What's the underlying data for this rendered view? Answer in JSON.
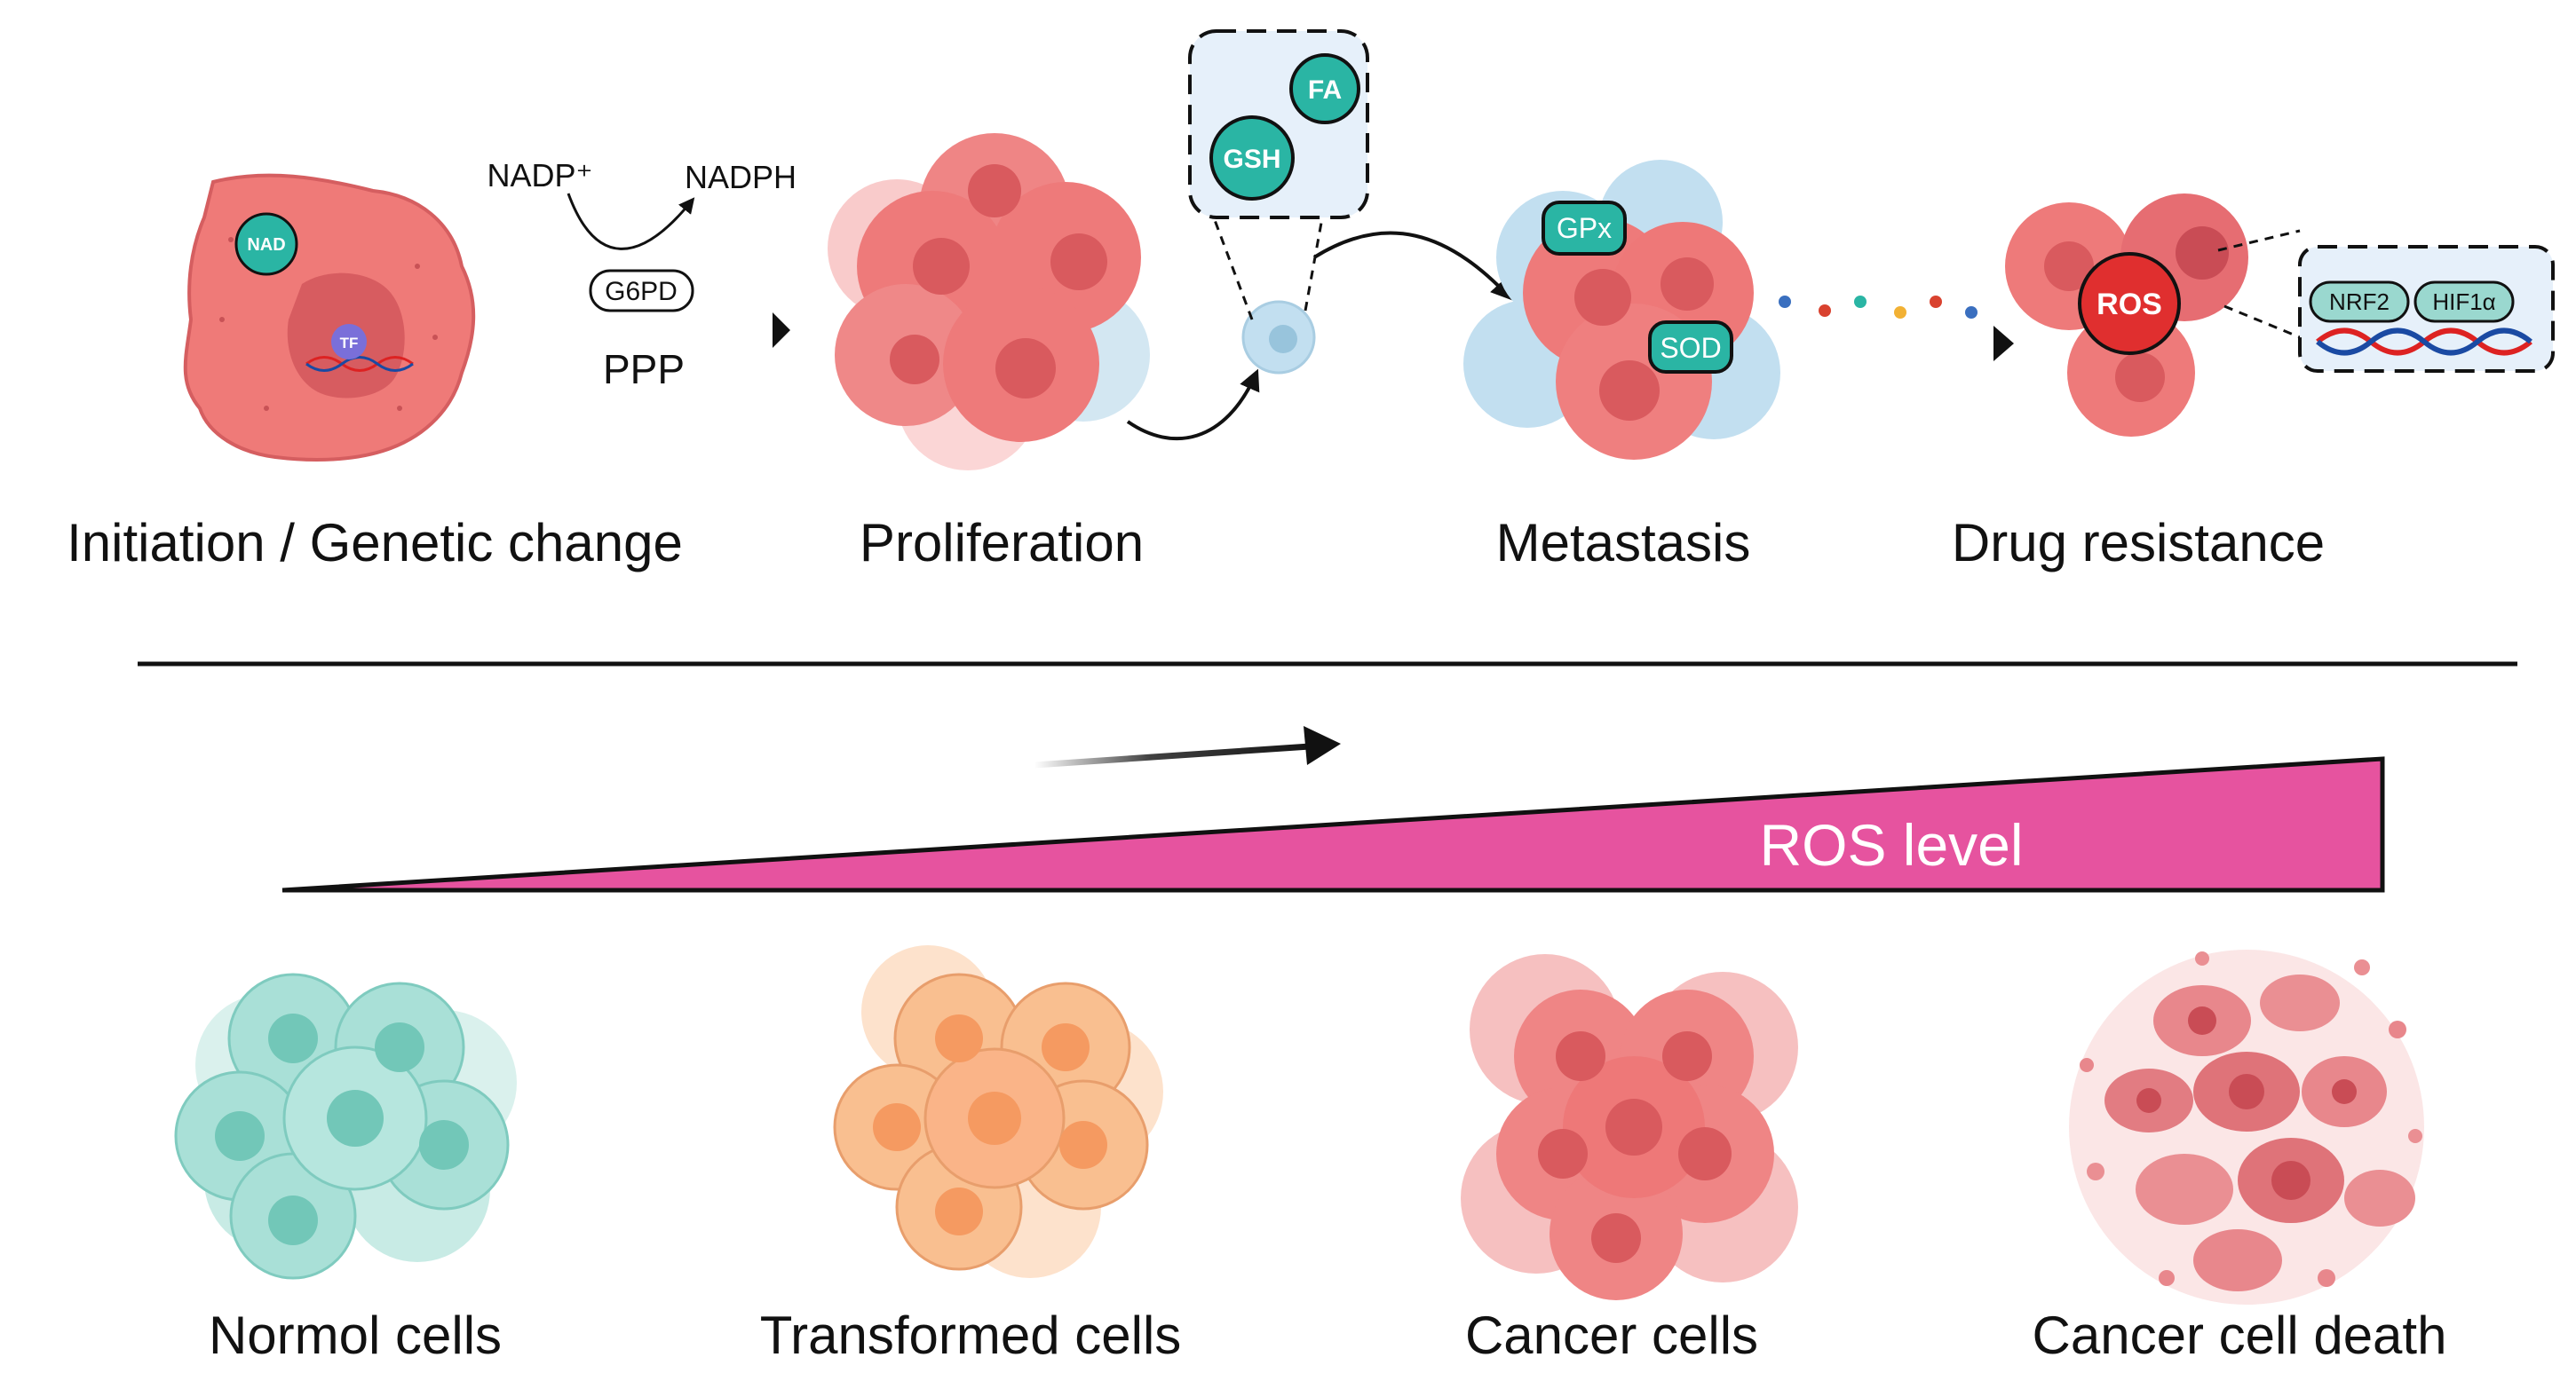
{
  "stages": {
    "initiation": "Initiation / Genetic change",
    "proliferation": "Proliferation",
    "metastasis": "Metastasis",
    "drug_resistance": "Drug resistance"
  },
  "molecules": {
    "nad": "NAD",
    "tf": "TF",
    "nadp_plus": "NADP⁺",
    "nadph": "NADPH",
    "g6pd": "G6PD",
    "ppp": "PPP",
    "gsh": "GSH",
    "fa": "FA",
    "gpx": "GPx",
    "sod": "SOD",
    "ros": "ROS",
    "nrf2": "NRF2",
    "hif1a": "HIF1α"
  },
  "ros_gradient": {
    "label": "ROS level",
    "color": "#e6539f"
  },
  "cell_states": {
    "normal": "Normol cells",
    "transformed": "Transformed cells",
    "cancer": "Cancer cells",
    "death": "Cancer cell death"
  },
  "colors": {
    "cancer_cell": "#ee7878",
    "cancer_nucleus": "#d95a5e",
    "teal": "#2ab5a4",
    "normal_cell": "#9fdbd2",
    "transformed_cell": "#f9b98a",
    "light_blue_cell": "#c2dff0",
    "ros_red": "#e02f2f"
  }
}
